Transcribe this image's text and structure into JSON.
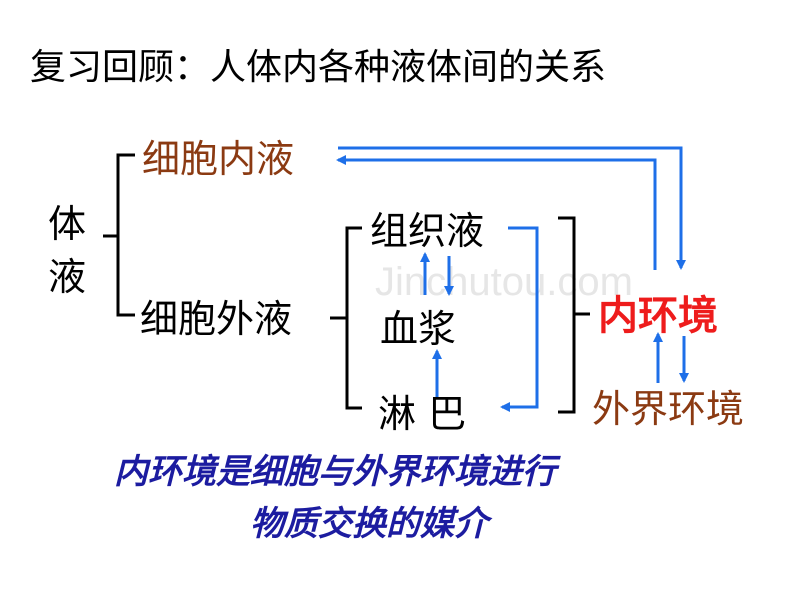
{
  "title": "复习回顾：人体内各种液体间的关系",
  "body_fluid": [
    "体",
    "液"
  ],
  "intracellular_fluid": "细胞内液",
  "extracellular_fluid": "细胞外液",
  "tissue_fluid": "组织液",
  "blood_plasma": "血浆",
  "lymph": "淋 巴",
  "internal_environment": "内环境",
  "external_environment": "外界环境",
  "summary": [
    "内环境是细胞与外界环境进行",
    "物质交换的媒介"
  ],
  "watermark": "Jinchutou.com",
  "colors": {
    "arrow_blue": "#1e6fe8",
    "cell_fluid_brown": "#8b3a12",
    "internal_red": "#ee1c1c",
    "summary_navy": "#1c1ca0"
  }
}
